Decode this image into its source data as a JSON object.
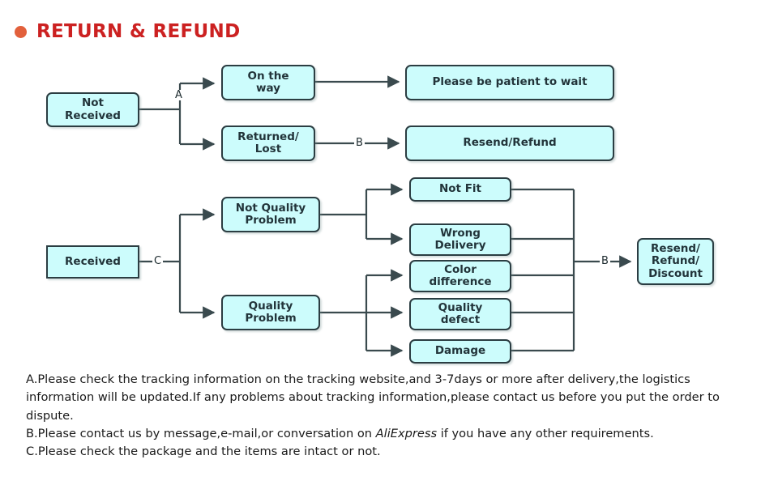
{
  "title": {
    "bullet_color": "#e2603c",
    "text_color": "#cc2121",
    "text": "RETURN & REFUND"
  },
  "theme": {
    "node_fill": "#ccfcfc",
    "node_border": "#2b3d42",
    "wire_color": "#3a4a4e",
    "text_color": "#22343a"
  },
  "flow": {
    "nodes": {
      "not_received": "Not\nReceived",
      "on_the_way": "On the\nway",
      "returned_lost": "Returned/\nLost",
      "please_wait": "Please be patient to wait",
      "resend_refund": "Resend/Refund",
      "received": "Received",
      "not_quality_problem": "Not Quality\nProblem",
      "quality_problem": "Quality\nProblem",
      "not_fit": "Not Fit",
      "wrong_delivery": "Wrong\nDelivery",
      "color_difference": "Color\ndifference",
      "quality_defect": "Quality\ndefect",
      "damage": "Damage",
      "resend_refund_discount": "Resend/\nRefund/\nDiscount"
    },
    "edge_labels": {
      "a": "A",
      "b_top": "B",
      "c": "C",
      "b_bottom": "B"
    }
  },
  "notes": {
    "a_part1": "A.Please check the tracking information on the tracking website,and 3-7days or more after delivery,the logistics information will be updated.If any problems about tracking information,please contact us before you put the order to dispute.",
    "b_part1": "B.Please contact us by message,e-mail,or conversation on ",
    "b_italic": "AliExpress",
    "b_part2": " if you have any other requirements.",
    "c_line": "C.Please check the package and the items are intact or not."
  }
}
